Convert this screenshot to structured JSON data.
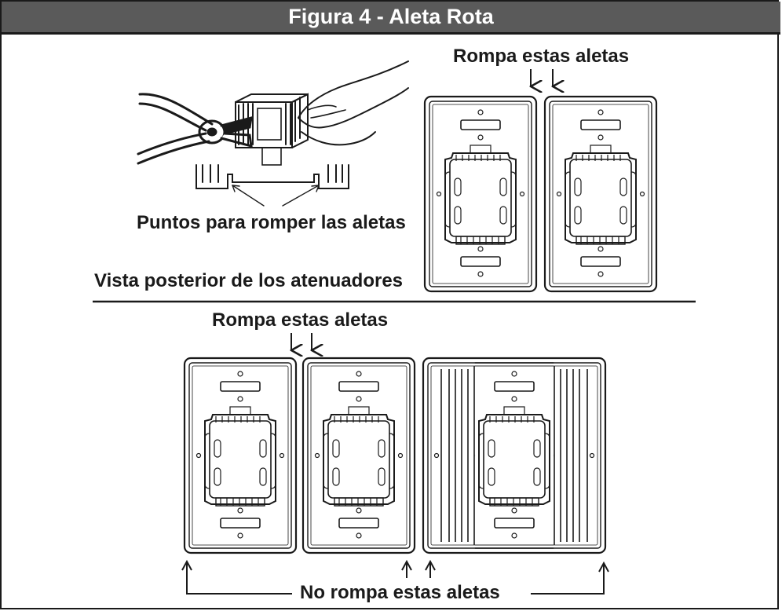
{
  "figure": {
    "title": "Figura 4 - Aleta Rota"
  },
  "labels": {
    "break_fins_top": "Rompa estas aletas",
    "break_points": "Puntos para romper las aletas",
    "rear_view": "Vista posterior de los atenuadores",
    "break_fins_bottom": "Rompa estas aletas",
    "do_not_break": "No rompa estas aletas"
  },
  "colors": {
    "title_bg": "#5a5a5a",
    "ink": "#1a1a1a"
  }
}
